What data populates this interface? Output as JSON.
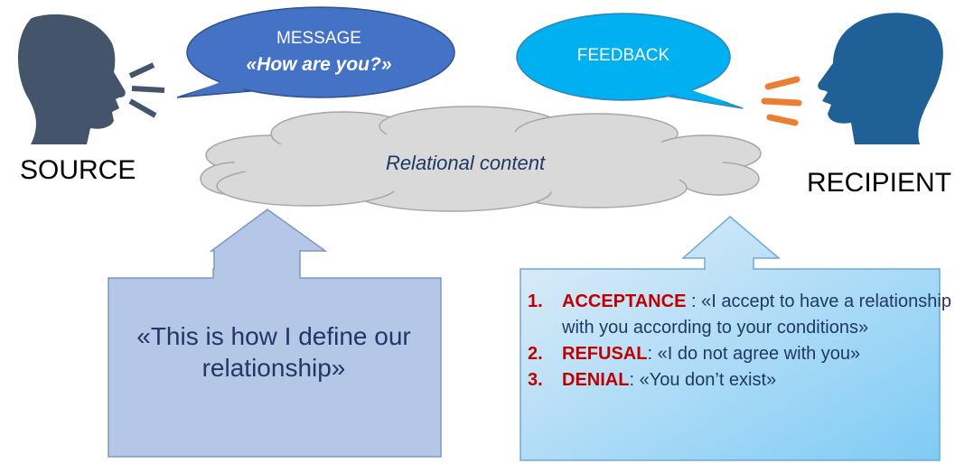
{
  "source": {
    "label": "SOURCE"
  },
  "recipient": {
    "label": "RECIPIENT"
  },
  "message_bubble": {
    "title": "MESSAGE",
    "text": "«How are you?»"
  },
  "feedback_bubble": {
    "title": "FEEDBACK"
  },
  "cloud": {
    "text": "Relational content"
  },
  "definition_box": {
    "text": "«This is how I define our relationship»"
  },
  "responses": [
    {
      "number": "1.",
      "keyword": "ACCEPTANCE",
      "separator": " : ",
      "text": "«I accept to have a relationship with you according to your conditions»"
    },
    {
      "number": "2.",
      "keyword": "REFUSAL",
      "separator": ": ",
      "text": "«I do not agree with you»"
    },
    {
      "number": "3.",
      "keyword": "DENIAL",
      "separator": ": ",
      "text": "«You don’t exist»"
    }
  ],
  "colors": {
    "source_head": "#44546a",
    "recipient_head": "#1f6096",
    "message_bubble": "#4472c4",
    "feedback_bubble": "#00b0f0",
    "cloud_fill": "#d9d9d9",
    "left_box": "#b4c7e7",
    "right_box_start": "#deebf7",
    "right_box_end": "#7ecbf5",
    "orange_lines": "#ed7d31",
    "keyword_red": "#c00000",
    "text_navy": "#1f3864"
  }
}
